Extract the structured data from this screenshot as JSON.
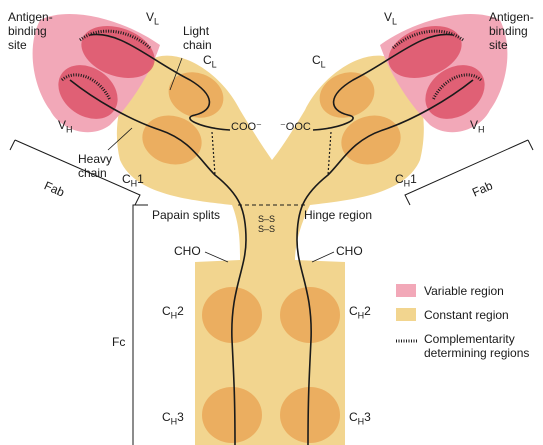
{
  "labels": {
    "antigen_binding_site": "Antigen-binding site",
    "light_chain": "Light chain",
    "heavy_chain": "Heavy chain",
    "vl": "V",
    "vl_sub": "L",
    "vh": "V",
    "vh_sub": "H",
    "cl": "C",
    "cl_sub": "L",
    "ch1": "C",
    "ch1_sub": "H",
    "ch1_num": "1",
    "ch2": "C",
    "ch2_sub": "H",
    "ch2_num": "2",
    "ch3": "C",
    "ch3_sub": "H",
    "ch3_num": "3",
    "coo": "COO⁻",
    "ooc": "⁻OOC",
    "papain_splits": "Papain splits",
    "hinge_region": "Hinge region",
    "cho": "CHO",
    "fab": "Fab",
    "fc": "Fc",
    "disulfide": "S–S"
  },
  "legend": {
    "variable_region": "Variable region",
    "constant_region": "Constant region",
    "cdr": "Complementarity determining regions"
  },
  "colors": {
    "variable": "#f2a8b8",
    "constant": "#f2d58f",
    "domain_fill": "#e8a050",
    "variable_domain": "#d9485f",
    "background": "#ffffff",
    "line": "#1a1a1a"
  }
}
